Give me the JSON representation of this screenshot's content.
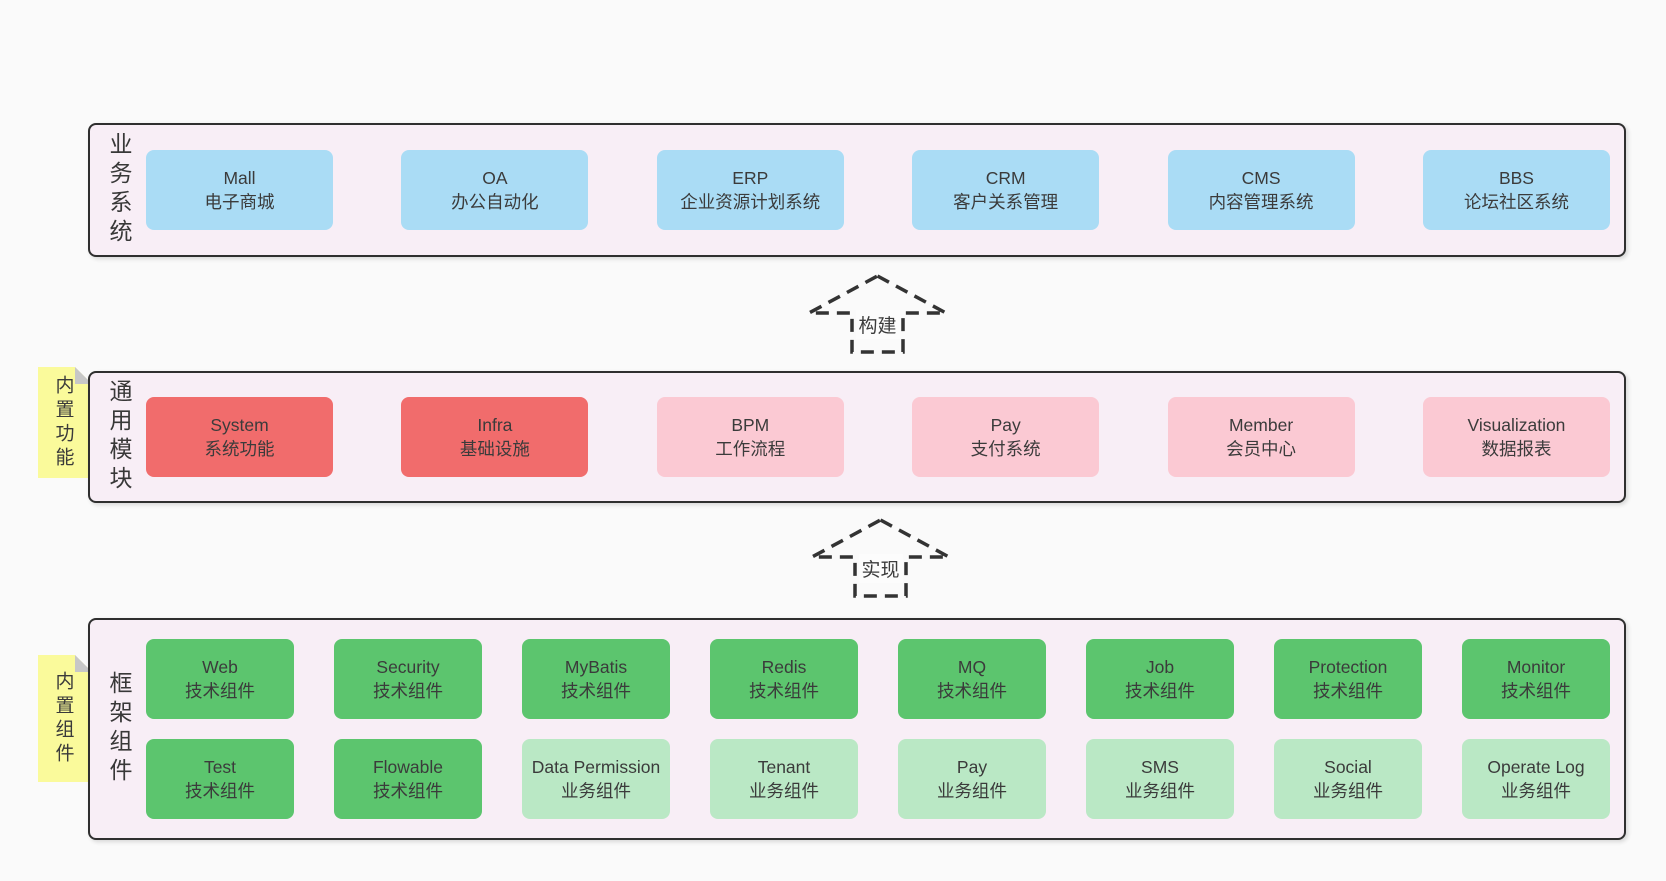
{
  "colors": {
    "blue": "#aadcf5",
    "red": "#f16c6c",
    "pink": "#fbc9d3",
    "green": "#5cc56e",
    "green_light": "#bae8c5",
    "container_bg": "#f8eef6",
    "tag_yellow": "#fafa9b"
  },
  "arrows": {
    "build": "构建",
    "implement": "实现"
  },
  "business_layer": {
    "side_label": "业务系统",
    "items": [
      {
        "name": "Mall",
        "desc": "电子商城"
      },
      {
        "name": "OA",
        "desc": "办公自动化"
      },
      {
        "name": "ERP",
        "desc": "企业资源计划系统"
      },
      {
        "name": "CRM",
        "desc": "客户关系管理"
      },
      {
        "name": "CMS",
        "desc": "内容管理系统"
      },
      {
        "name": "BBS",
        "desc": "论坛社区系统"
      }
    ]
  },
  "modules_layer": {
    "tag": "内置功能",
    "side_label": "通用模块",
    "items": [
      {
        "name": "System",
        "desc": "系统功能"
      },
      {
        "name": "Infra",
        "desc": "基础设施"
      },
      {
        "name": "BPM",
        "desc": "工作流程"
      },
      {
        "name": "Pay",
        "desc": "支付系统"
      },
      {
        "name": "Member",
        "desc": "会员中心"
      },
      {
        "name": "Visualization",
        "desc": "数据报表"
      }
    ]
  },
  "components_layer": {
    "tag": "内置组件",
    "side_label": "框架组件",
    "row1": [
      {
        "name": "Web",
        "desc": "技术组件"
      },
      {
        "name": "Security",
        "desc": "技术组件"
      },
      {
        "name": "MyBatis",
        "desc": "技术组件"
      },
      {
        "name": "Redis",
        "desc": "技术组件"
      },
      {
        "name": "MQ",
        "desc": "技术组件"
      },
      {
        "name": "Job",
        "desc": "技术组件"
      },
      {
        "name": "Protection",
        "desc": "技术组件"
      },
      {
        "name": "Monitor",
        "desc": "技术组件"
      }
    ],
    "row2": [
      {
        "name": "Test",
        "desc": "技术组件"
      },
      {
        "name": "Flowable",
        "desc": "技术组件"
      },
      {
        "name": "Data Permission",
        "desc": "业务组件"
      },
      {
        "name": "Tenant",
        "desc": "业务组件"
      },
      {
        "name": "Pay",
        "desc": "业务组件"
      },
      {
        "name": "SMS",
        "desc": "业务组件"
      },
      {
        "name": "Social",
        "desc": "业务组件"
      },
      {
        "name": "Operate Log",
        "desc": "业务组件"
      }
    ]
  }
}
